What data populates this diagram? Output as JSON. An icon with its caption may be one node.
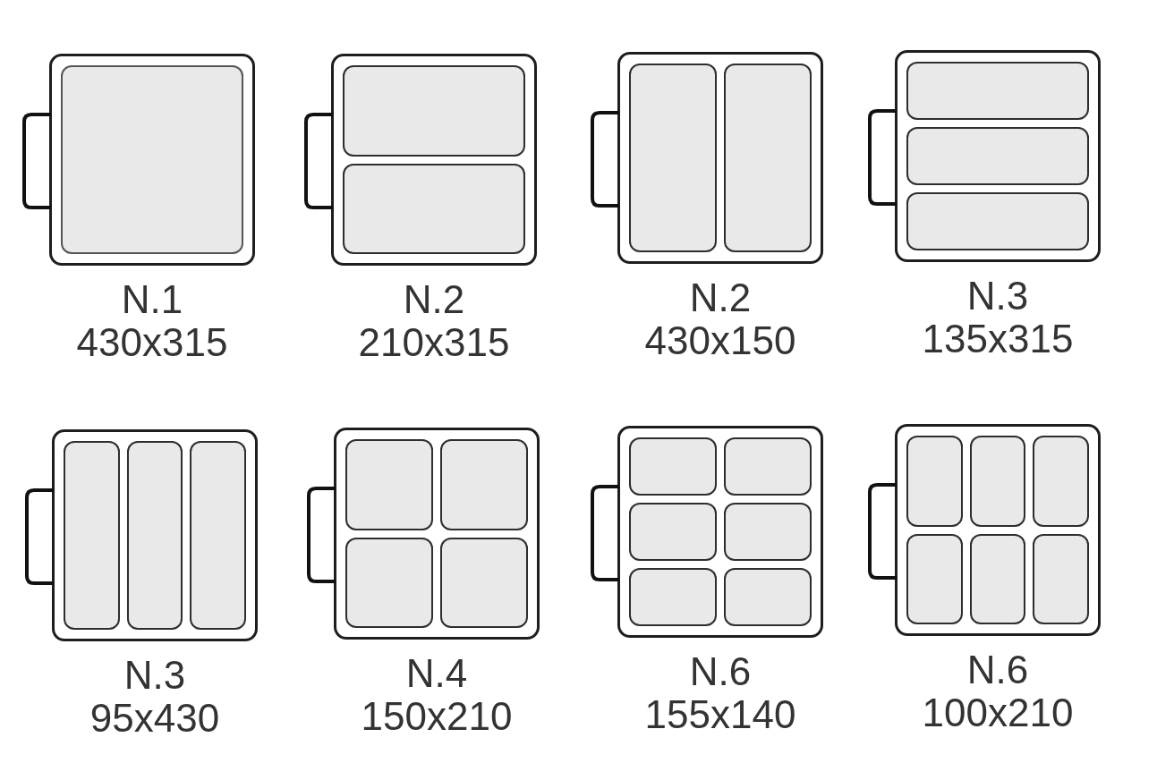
{
  "diagram": {
    "nodes": [
      {
        "text": [],
        "shape": "box",
        "beside": [
          "N.1",
          "430x315"
        ]
      },
      {
        "text": [],
        "shape": "box",
        "in": 0
      },
      {
        "text": [],
        "shape": "box",
        "beside": [
          "N.2",
          "210x315"
        ]
      },
      {
        "text": [],
        "shape": "box",
        "in": 2
      },
      {
        "text": [],
        "shape": "box",
        "in": 2
      },
      {
        "text": [],
        "shape": "box",
        "beside": [
          "N.2",
          "430x150"
        ]
      },
      {
        "text": [],
        "shape": "box",
        "in": 5
      },
      {
        "text": [],
        "shape": "box",
        "in": 5
      },
      {
        "text": [],
        "shape": "box",
        "beside": [
          "N.3",
          "135x315"
        ]
      },
      {
        "text": [],
        "shape": "box",
        "in": 8
      },
      {
        "text": [],
        "shape": "box",
        "in": 8
      },
      {
        "text": [],
        "shape": "box",
        "in": 8
      },
      {
        "text": [],
        "shape": "box",
        "beside": [
          "N.3",
          "95x430"
        ]
      },
      {
        "text": [],
        "shape": "box",
        "in": 12
      },
      {
        "text": [],
        "shape": "box",
        "in": 12
      },
      {
        "text": [],
        "shape": "box",
        "in": 12
      },
      {
        "text": [],
        "shape": "box",
        "beside": [
          "N.4",
          "150x210"
        ]
      },
      {
        "text": [],
        "shape": "box",
        "in": 16
      },
      {
        "text": [],
        "shape": "box",
        "in": 16
      },
      {
        "text": [],
        "shape": "box",
        "in": 16
      },
      {
        "text": [],
        "shape": "box",
        "in": 16
      },
      {
        "text": [],
        "shape": "box",
        "beside": [
          "N.6",
          "155x140"
        ]
      },
      {
        "text": [],
        "shape": "box",
        "in": 21
      },
      {
        "text": [],
        "shape": "box",
        "in": 21
      },
      {
        "text": [],
        "shape": "box",
        "in": 21
      },
      {
        "text": [],
        "shape": "box",
        "in": 21
      },
      {
        "text": [],
        "shape": "box",
        "in": 21
      },
      {
        "text": [],
        "shape": "box",
        "in": 21
      },
      {
        "text": [],
        "shape": "box",
        "beside": [
          "N.6",
          "100x210"
        ]
      },
      {
        "text": [],
        "shape": "box",
        "in": 28
      },
      {
        "text": [],
        "shape": "box",
        "in": 28
      },
      {
        "text": [],
        "shape": "box",
        "in": 28
      },
      {
        "text": [],
        "shape": "box",
        "in": 28
      },
      {
        "text": [],
        "shape": "box",
        "in": 28
      },
      {
        "text": [],
        "shape": "box",
        "in": 28
      }
    ],
    "edges": []
  }
}
